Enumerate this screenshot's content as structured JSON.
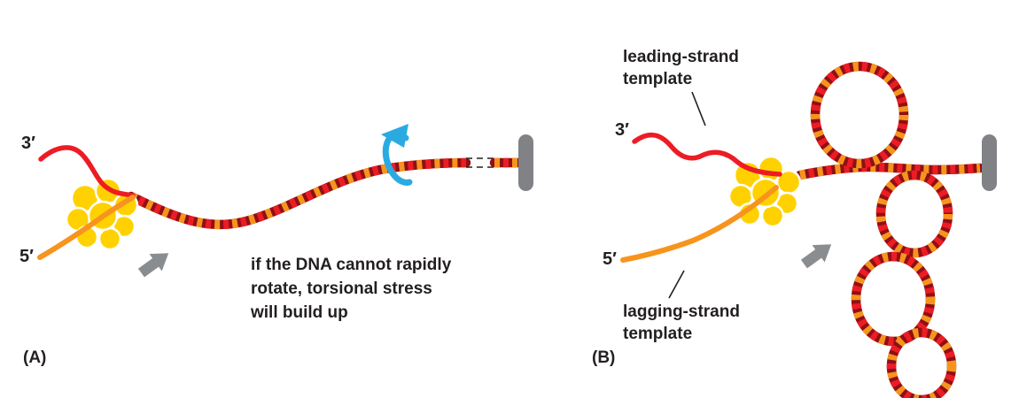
{
  "figure": {
    "panel_a": {
      "label": "(A)",
      "three_prime_label": "3′",
      "five_prime_label": "5′",
      "caption_lines": [
        "if the DNA cannot rapidly",
        "rotate, torsional stress",
        "will build up"
      ]
    },
    "panel_b": {
      "label": "(B)",
      "three_prime_label": "3′",
      "five_prime_label": "5′",
      "leading_label_lines": [
        "leading-strand",
        "template"
      ],
      "lagging_label_lines": [
        "lagging-strand",
        "template"
      ]
    },
    "colors": {
      "strand_red": "#ed1c24",
      "strand_orange": "#f7941d",
      "helix_dark_red": "#8f1014",
      "polymerase_yellow": "#ffd100",
      "anchor_gray": "#808285",
      "rotation_arrow_blue": "#29abe2",
      "text": "#231f20"
    }
  }
}
